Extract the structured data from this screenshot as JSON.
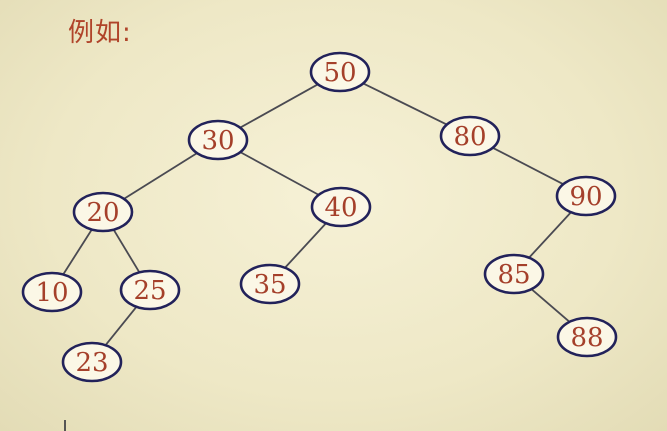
{
  "title": "例如:",
  "colors": {
    "background": "#efe9c8",
    "title": "#b0442a",
    "node_text": "#a5402b",
    "node_ring": "#22225a",
    "edge": "#4a4a52"
  },
  "tree": {
    "nodes": [
      {
        "id": "n50",
        "label": "50"
      },
      {
        "id": "n30",
        "label": "30"
      },
      {
        "id": "n80",
        "label": "80"
      },
      {
        "id": "n20",
        "label": "20"
      },
      {
        "id": "n40",
        "label": "40"
      },
      {
        "id": "n90",
        "label": "90"
      },
      {
        "id": "n10",
        "label": "10"
      },
      {
        "id": "n25",
        "label": "25"
      },
      {
        "id": "n35",
        "label": "35"
      },
      {
        "id": "n85",
        "label": "85"
      },
      {
        "id": "n23",
        "label": "23"
      },
      {
        "id": "n88",
        "label": "88"
      }
    ],
    "edges": [
      [
        "n50",
        "n30"
      ],
      [
        "n50",
        "n80"
      ],
      [
        "n30",
        "n20"
      ],
      [
        "n30",
        "n40"
      ],
      [
        "n80",
        "n90"
      ],
      [
        "n20",
        "n10"
      ],
      [
        "n20",
        "n25"
      ],
      [
        "n40",
        "n35"
      ],
      [
        "n90",
        "n85"
      ],
      [
        "n25",
        "n23"
      ],
      [
        "n85",
        "n88"
      ]
    ]
  }
}
